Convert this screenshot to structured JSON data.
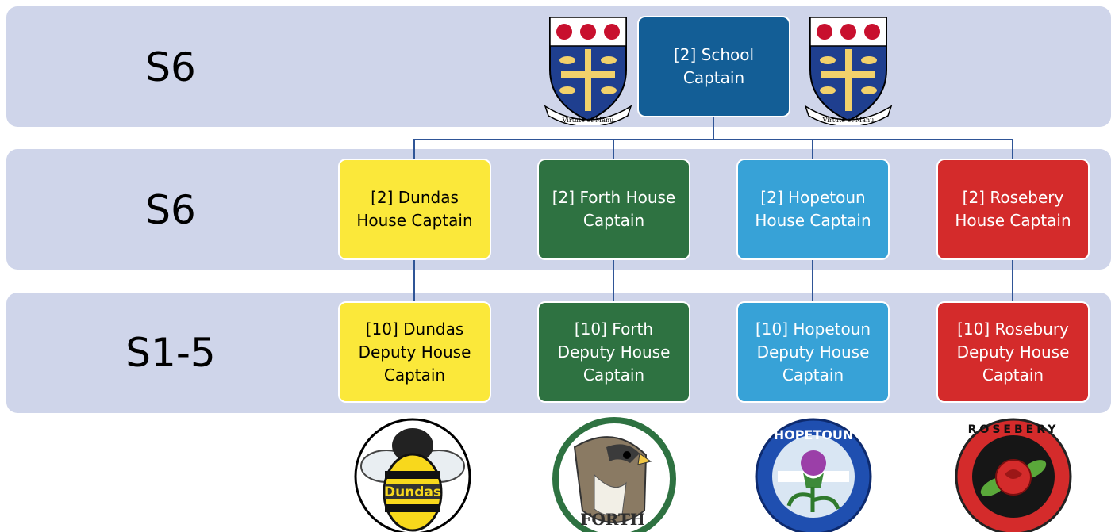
{
  "levels": [
    "S6",
    "S6",
    "S1-5"
  ],
  "school_captain": {
    "label": "[2] School\nCaptain",
    "color": "#135e96"
  },
  "houses": [
    {
      "name": "Dundas",
      "color": "#fbe83a",
      "text_color": "#000000",
      "captain": "[2] Dundas\nHouse Captain",
      "deputy": "[10] Dundas\nDeputy House\nCaptain",
      "logo_text": "Dundas"
    },
    {
      "name": "Forth",
      "color": "#2e7241",
      "text_color": "#ffffff",
      "captain": "[2] Forth House\nCaptain",
      "deputy": "[10] Forth\nDeputy House\nCaptain",
      "logo_text": "FORTH"
    },
    {
      "name": "Hopetoun",
      "color": "#37a2d7",
      "text_color": "#ffffff",
      "captain": "[2] Hopetoun\nHouse Captain",
      "deputy": "[10] Hopetoun\nDeputy House\nCaptain",
      "logo_text": "HOPETOUN"
    },
    {
      "name": "Rosebery",
      "color": "#d42b2b",
      "text_color": "#ffffff",
      "captain": "[2] Rosebery\nHouse Captain",
      "deputy": "[10] Rosebury\nDeputy House\nCaptain",
      "logo_text": "ROSEBERY"
    }
  ],
  "crest_motto": "Virtute et Manu",
  "line_color": "#2f5597"
}
